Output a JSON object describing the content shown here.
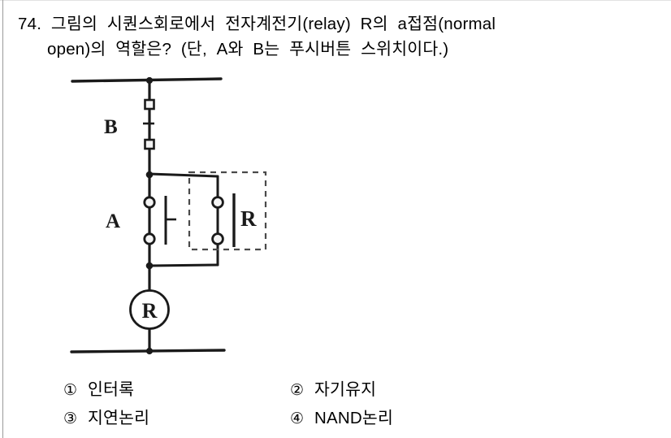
{
  "question": {
    "number": "74.",
    "line1": "74.  그림의  시퀀스회로에서  전자계전기(relay)  R의  a접점(normal",
    "line2": "open)의  역할은?  (단,  A와  B는  푸시버튼  스위치이다.)"
  },
  "diagram": {
    "caption_labels": {
      "switch_b": "B",
      "switch_a": "A",
      "relay_contact": "R",
      "relay_coil": "R"
    },
    "description": "Sequence control ladder circuit: top power rail, normally-closed push button B in series, node branching to normally-open push button A in parallel with relay a-contact R (enclosed in dashed box), feeding relay coil R to the bottom power rail.",
    "line_color": "#1a1a1a",
    "dash_color": "#4a4a4a"
  },
  "options": [
    {
      "number": "①",
      "label": "인터록"
    },
    {
      "number": "②",
      "label": "자기유지"
    },
    {
      "number": "③",
      "label": "지연논리"
    },
    {
      "number": "④",
      "label": "NAND논리"
    }
  ]
}
